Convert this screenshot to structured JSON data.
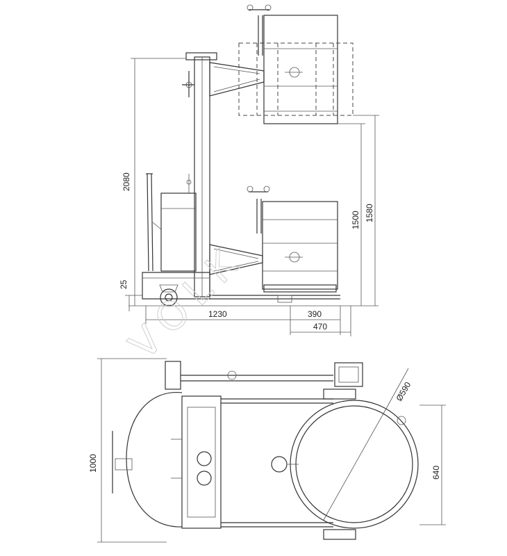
{
  "dimensions": {
    "side_view": {
      "total_height": "2080",
      "min_height": "25",
      "lift_height_1": "1500",
      "lift_height_2": "1580",
      "length": "1230",
      "fork_reach_1": "390",
      "fork_reach_2": "470"
    },
    "top_view": {
      "width": "1000",
      "drum_diameter": "Ø590",
      "clamp_width": "640"
    }
  },
  "colors": {
    "line": "#333333",
    "background": "#ffffff",
    "watermark": "#cfcfcf"
  },
  "watermark": "VOLK"
}
